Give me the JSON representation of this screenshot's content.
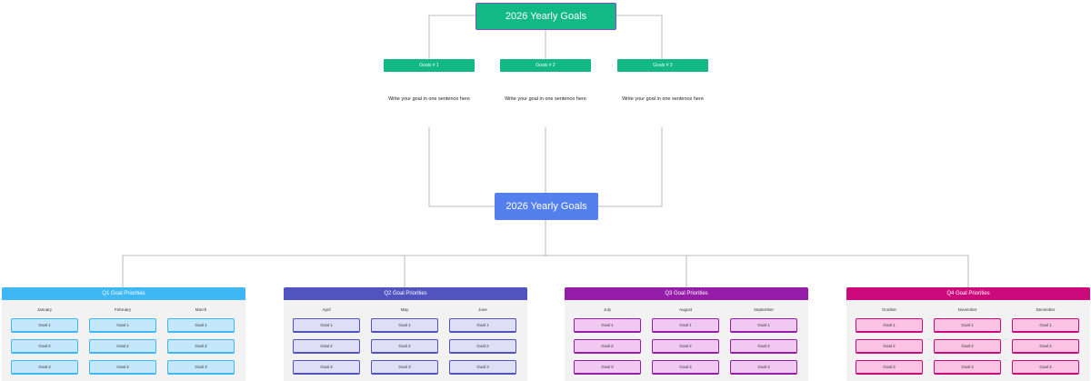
{
  "yearly_goal_top": "2026 Yearly Goals",
  "goals": [
    {
      "label": "Goals # 1",
      "text": "Write your goal in one sentence here"
    },
    {
      "label": "Goals # 2",
      "text": "Write your goal in one sentence here"
    },
    {
      "label": "Goals # 3",
      "text": "Write your goal in one sentence here"
    }
  ],
  "yearly_goal_mid": "2026 Yearly Goals",
  "quarters": [
    {
      "title": "Q1 Goal Priorities",
      "header_color": "#3eb8f5",
      "cell_bg": "#c4e7fb",
      "cell_border": "#3eb8f5",
      "months": [
        "January",
        "February",
        "March"
      ],
      "rows": [
        [
          "Goal 1",
          "Goal 1",
          "Goal 1"
        ],
        [
          "Goal 2",
          "Goal 2",
          "Goal 2"
        ],
        [
          "Goal 3",
          "Goal 3",
          "Goal 3"
        ]
      ]
    },
    {
      "title": "Q2 Goal Priorities",
      "header_color": "#5053c0",
      "cell_bg": "#dedff7",
      "cell_border": "#5053c0",
      "months": [
        "April",
        "May",
        "June"
      ],
      "rows": [
        [
          "Goal 1",
          "Goal 1",
          "Goal 1"
        ],
        [
          "Goal 2",
          "Goal 2",
          "Goal 2"
        ],
        [
          "Goal 3",
          "Goal 3",
          "Goal 3"
        ]
      ]
    },
    {
      "title": "Q3 Goal Priorities",
      "header_color": "#961caa",
      "cell_bg": "#f1c8f1",
      "cell_border": "#961caa",
      "months": [
        "July",
        "August",
        "September"
      ],
      "rows": [
        [
          "Goal 1",
          "Goal 1",
          "Goal 1"
        ],
        [
          "Goal 2",
          "Goal 2",
          "Goal 2"
        ],
        [
          "Goal 3",
          "Goal 3",
          "Goal 3"
        ]
      ]
    },
    {
      "title": "Q4 Goal Priorities",
      "header_color": "#cc0a7c",
      "cell_bg": "#fac3e3",
      "cell_border": "#cc0a7c",
      "months": [
        "October",
        "November",
        "December"
      ],
      "rows": [
        [
          "Goal 1",
          "Goal 1",
          "Goal 1"
        ],
        [
          "Goal 2",
          "Goal 2",
          "Goal 2"
        ],
        [
          "Goal 3",
          "Goal 3",
          "Goal 3"
        ]
      ]
    }
  ]
}
